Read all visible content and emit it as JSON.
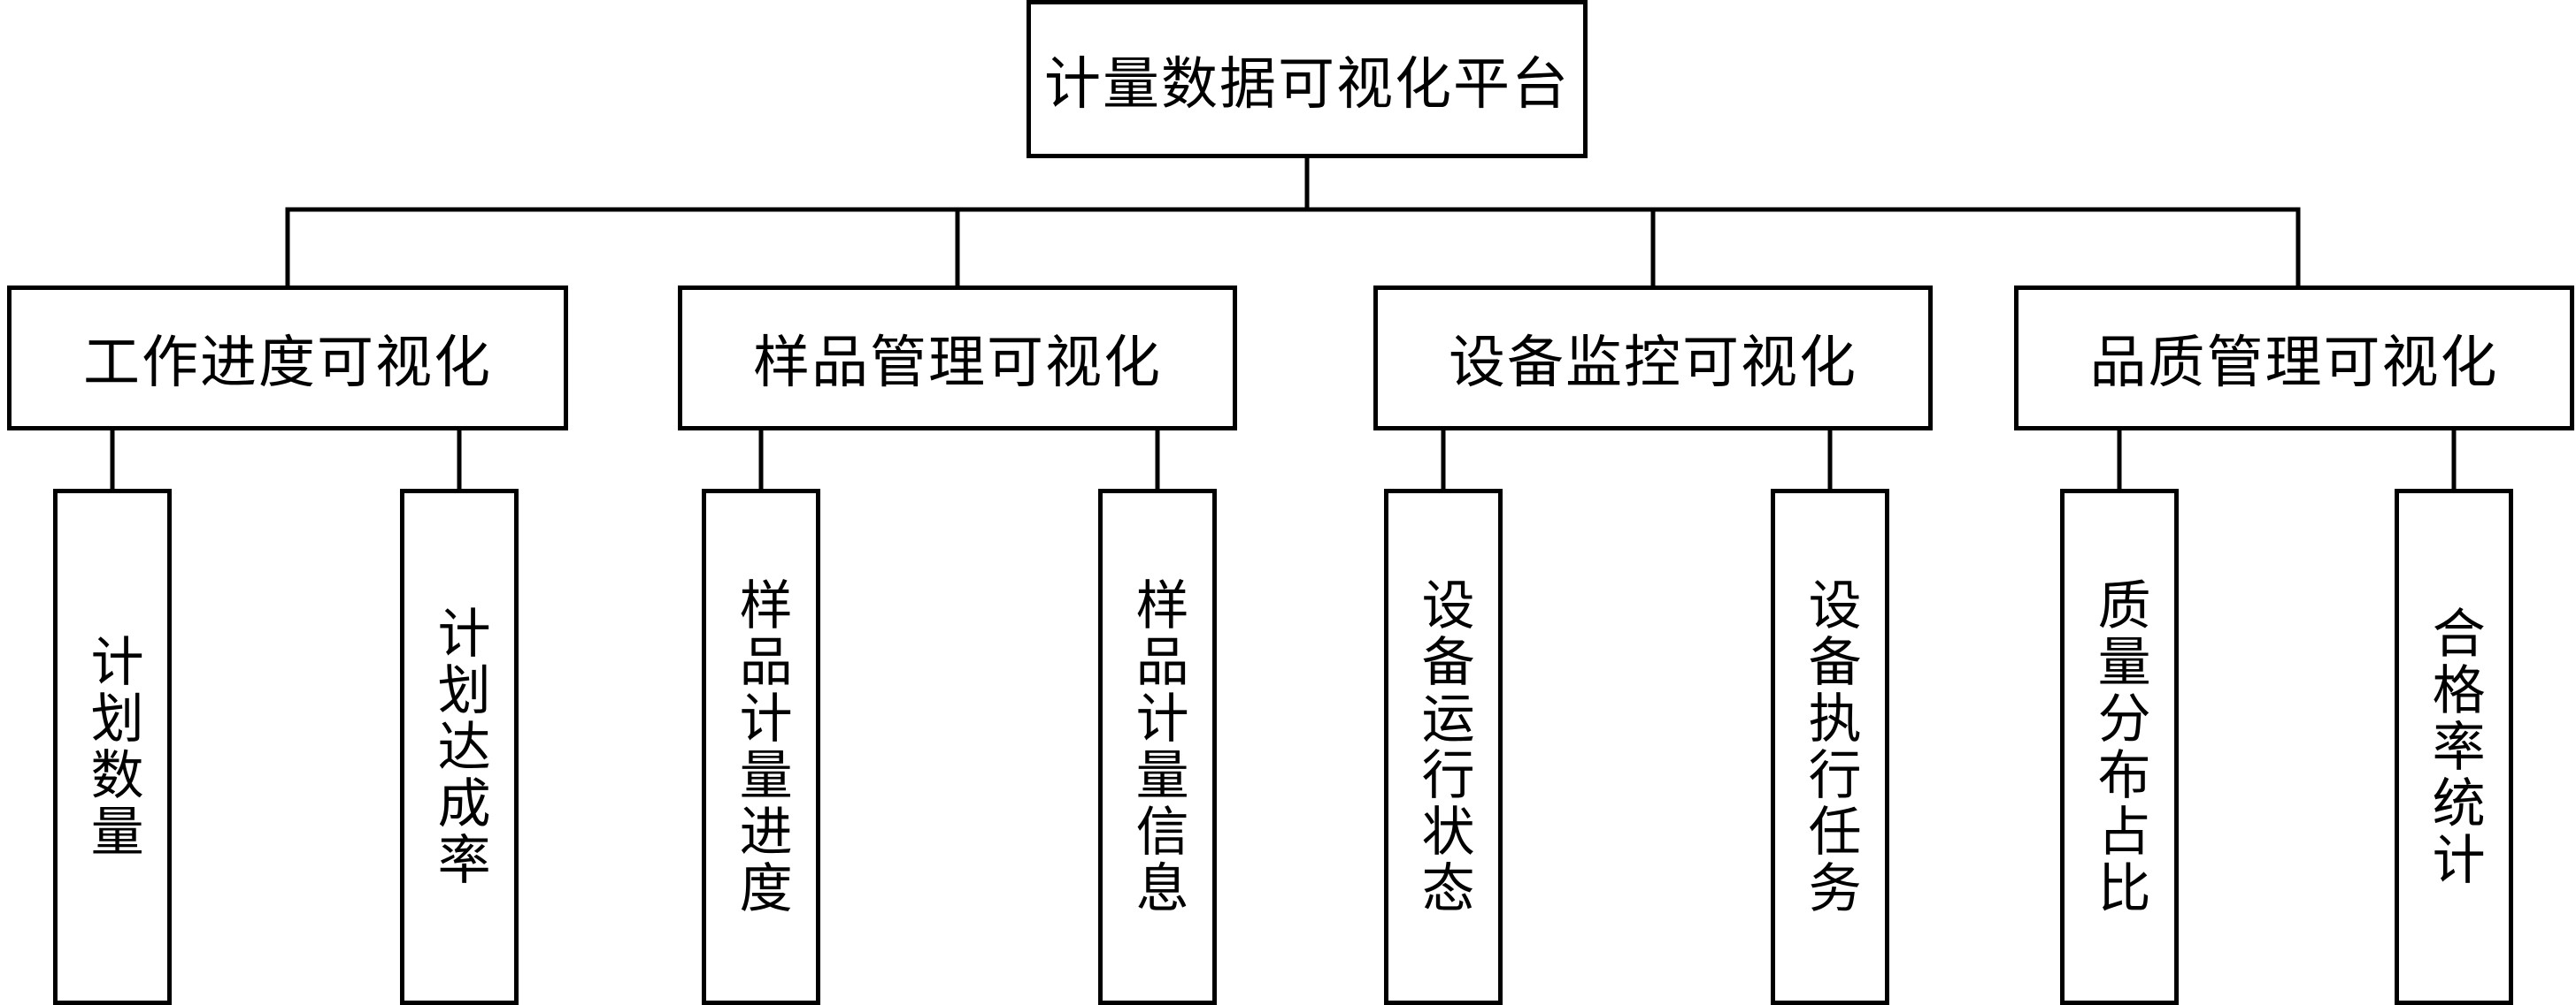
{
  "root": {
    "label": "计量数据可视化平台"
  },
  "categories": [
    {
      "label": "工作进度可视化",
      "children": [
        "计划数量",
        "计划达成率"
      ]
    },
    {
      "label": "样品管理可视化",
      "children": [
        "样品计量进度",
        "样品计量信息"
      ]
    },
    {
      "label": "设备监控可视化",
      "children": [
        "设备运行状态",
        "设备执行任务"
      ]
    },
    {
      "label": "品质管理可视化",
      "children": [
        "质量分布占比",
        "合格率统计"
      ]
    }
  ],
  "colors": {
    "line": "#000000",
    "box_fill": "#ffffff",
    "text": "#000000"
  }
}
